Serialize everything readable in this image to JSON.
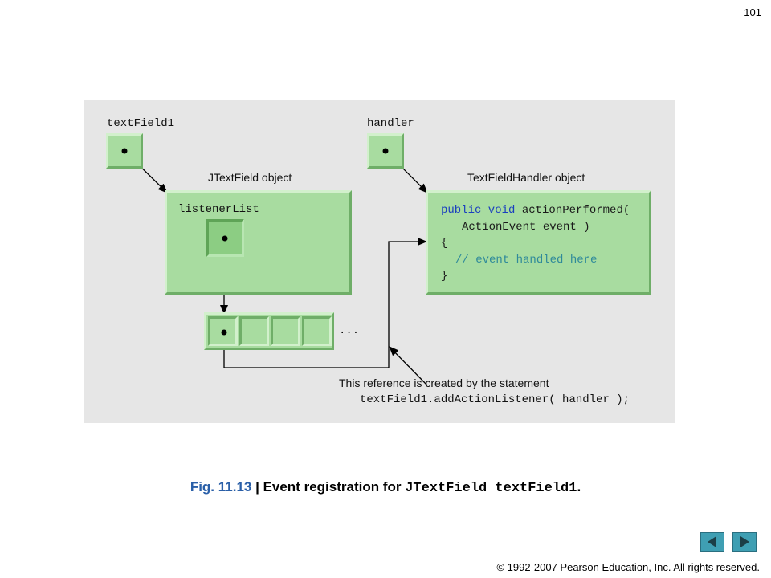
{
  "page_number": "101",
  "diagram": {
    "var_textfield1": "textField1",
    "var_handler": "handler",
    "jtextfield_title": "JTextField object",
    "handler_title": "TextFieldHandler object",
    "listener_list_label": "listenerList",
    "ellipsis": "...",
    "code": {
      "line1_kw": "public void",
      "line1_rest": " actionPerformed(",
      "line2": "ActionEvent event )",
      "line3": "{",
      "line4": "// event handled here",
      "line5": "}"
    },
    "note_line1": "This reference is created by the statement",
    "note_line2": "textField1.addActionListener( handler );"
  },
  "caption": {
    "fig": "Fig. 11.13",
    "sep": " | ",
    "text": "Event registration for ",
    "code": "JTextField textField1",
    "end": "."
  },
  "nav": {
    "prev_icon": "left-arrow-icon",
    "next_icon": "right-arrow-icon"
  },
  "copyright": "© 1992-2007 Pearson Education, Inc.  All rights reserved."
}
